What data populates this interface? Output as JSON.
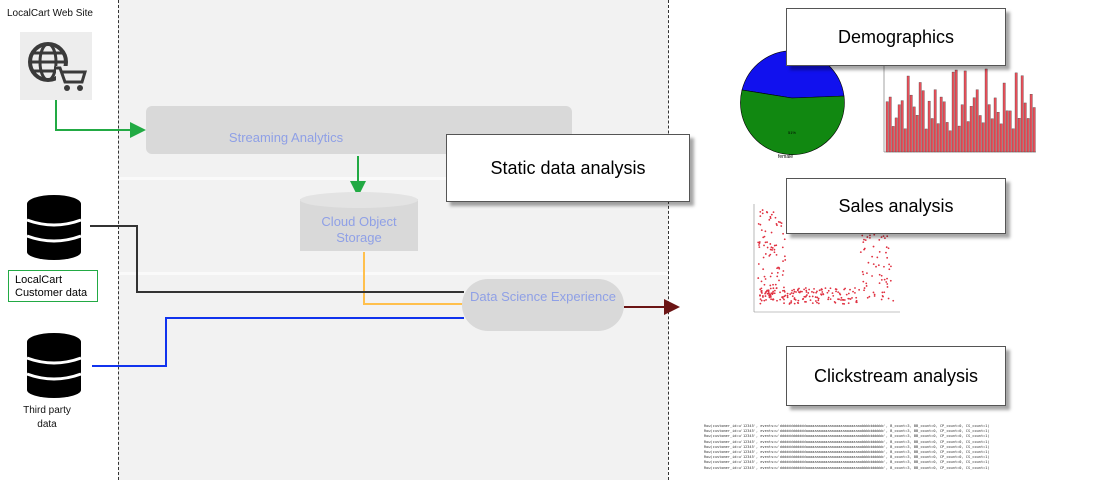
{
  "sources": {
    "web_site_label": "LocalCart Web Site",
    "customer_data_label": "LocalCart Customer data",
    "third_party_label": "Third party data"
  },
  "pipeline": {
    "streaming": "Streaming Analytics",
    "cloud_storage": "Cloud Object Storage",
    "dse": "Data Science Experience"
  },
  "callouts": {
    "static": "Static data analysis",
    "demographics": "Demographics",
    "sales": "Sales analysis",
    "clickstream": "Clickstream analysis"
  },
  "thumbnails": {
    "pie_label": "female",
    "pie_colors": [
      "#1111ee",
      "#118811"
    ],
    "bar_color": "#e8505b",
    "scatter_color": "#e03040"
  },
  "colors": {
    "web_line": "#22aa44",
    "customer_line": "#333333",
    "third_party_line": "#1133ee",
    "storage_line": "#ffc04d",
    "output_arrow": "#6b1414"
  },
  "icons": {
    "web": "globe-cart-icon",
    "database": "database-icon"
  }
}
